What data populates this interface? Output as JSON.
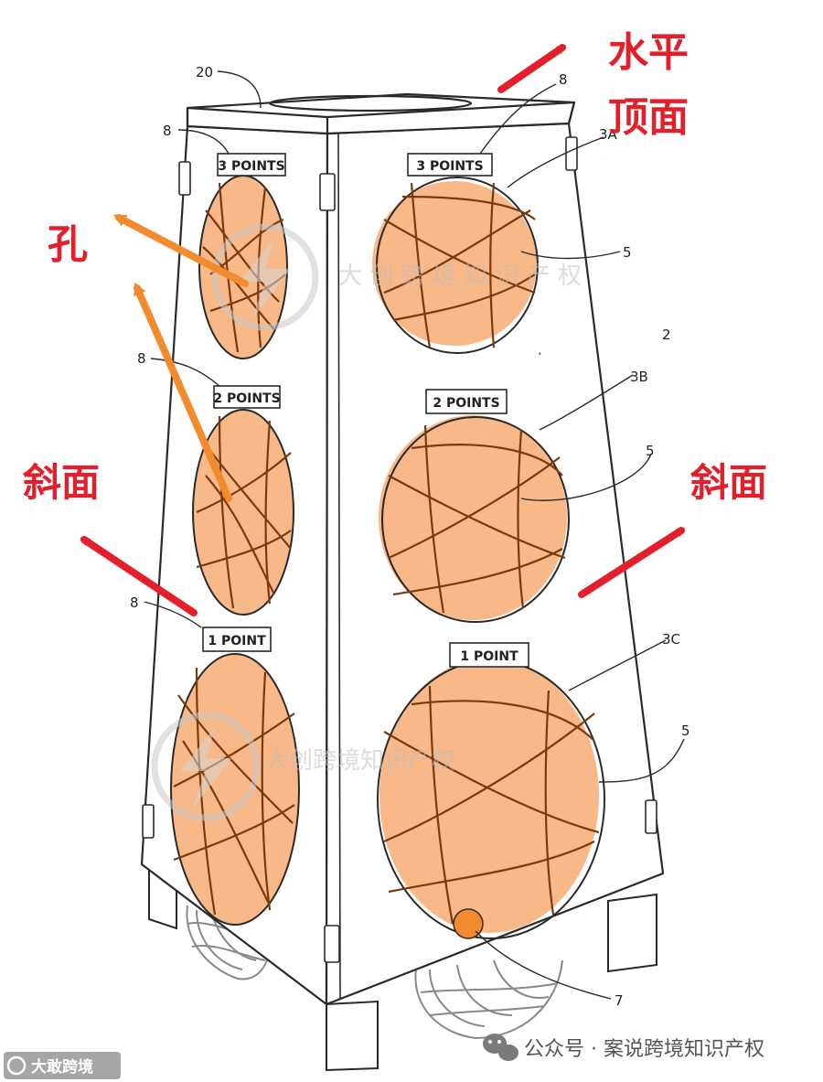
{
  "annotations": {
    "top": "水平\n顶面",
    "top_line1": "水平",
    "top_line2": "顶面",
    "hole": "孔",
    "slope_left": "斜面",
    "slope_right": "斜面"
  },
  "plaques": {
    "left_top": "3 POINTS",
    "left_mid": "2 POINTS",
    "left_bottom": "1 POINT",
    "right_top": "3 POINTS",
    "right_mid": "2 POINTS",
    "right_bottom": "1 POINT"
  },
  "reference_numerals": {
    "top": "20",
    "left_top": "8",
    "left_mid": "8",
    "left_bottom": "8",
    "right_plaque_top": "8",
    "hole_a": "3A",
    "net_a": "5",
    "body": "2",
    "hole_b": "3B",
    "net_b": "5",
    "hole_c": "3C",
    "net_c": "5",
    "gear": "7"
  },
  "watermarks": {
    "upper": "大 创 跨 境 知 识 产 权",
    "lower": "大创跨境知识产权"
  },
  "footer": {
    "left_logo": "大敢跨境",
    "right_text": "公众号 · 案说跨境知识产权"
  },
  "colors": {
    "annotation_red": "#e21f2a",
    "arrow_orange": "#f28a2e",
    "highlight_orange": "#f5a060",
    "line_ink": "#2a2a2a"
  }
}
